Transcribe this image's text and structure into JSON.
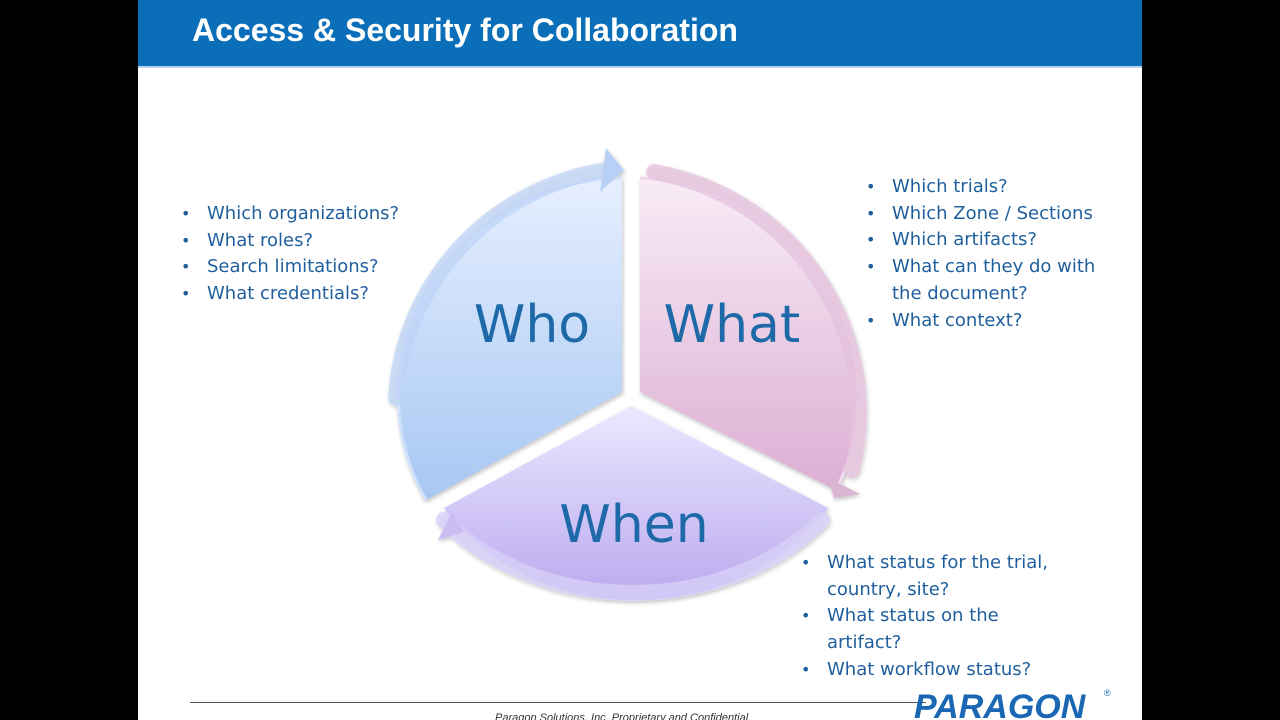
{
  "slide": {
    "title": "Access & Security for Collaboration",
    "footer": "Paragon Solutions, Inc. Proprietary and Confidential",
    "logo_text": "PARAGON",
    "logo_mark": "®"
  },
  "diagram": {
    "segments": [
      {
        "label": "Who",
        "color": "#a9c8f5"
      },
      {
        "label": "What",
        "color": "#e5bfdc"
      },
      {
        "label": "When",
        "color": "#c8bdf3"
      }
    ]
  },
  "who_list": [
    "Which organizations?",
    "What roles?",
    "Search limitations?",
    "What credentials?"
  ],
  "what_list": [
    "Which trials?",
    "Which Zone / Sections",
    "Which artifacts?",
    "What can they do with",
    "the document?",
    "What context?"
  ],
  "when_list": [
    "What status for the trial,",
    "country, site?",
    "What status on the",
    "artifact?",
    "What workflow status?"
  ],
  "colors": {
    "title_bar": "#0a6fb8",
    "label_text": "#1e6aa8",
    "bullet_text": "#1f5f9d"
  }
}
